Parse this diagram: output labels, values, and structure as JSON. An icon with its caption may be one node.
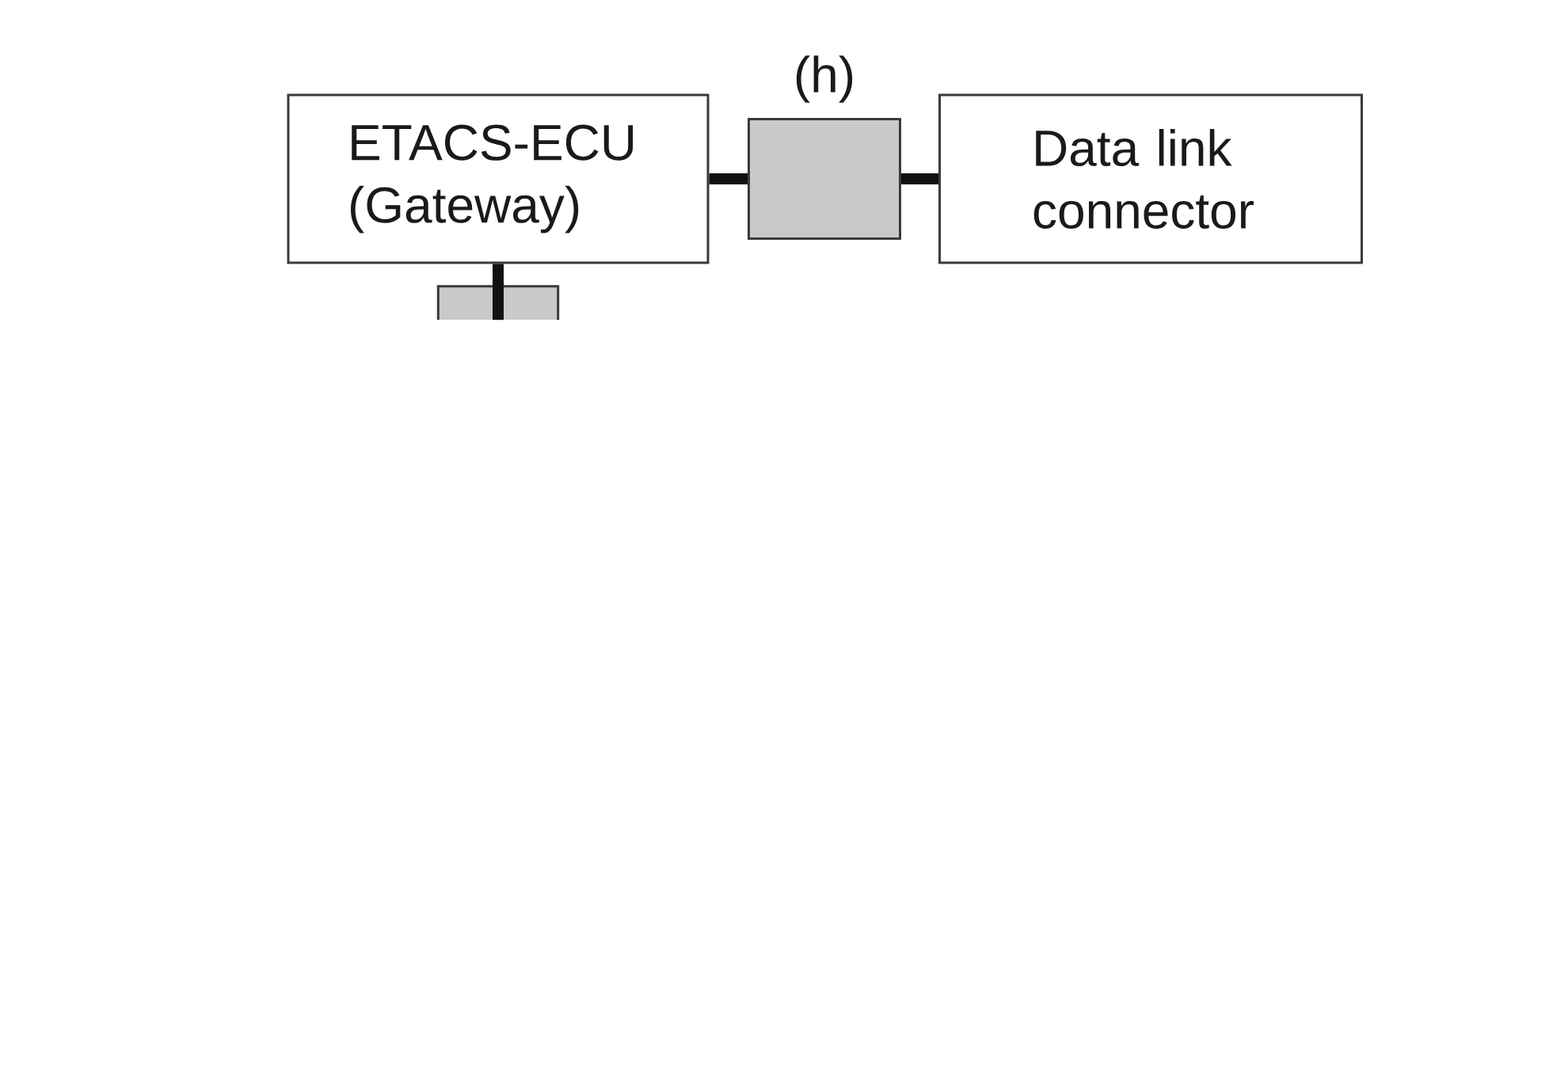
{
  "diagram": {
    "nodes": [
      {
        "text": [
          "ETACS-ECU (Gateway)"
        ]
      },
      {
        "text": [
          "(h)"
        ]
      },
      {
        "text": [
          "Data link connector"
        ]
      },
      {
        "text": [],
        "shape": "box"
      }
    ],
    "edges": [
      {
        "from": 0,
        "to": 1,
        "arrow": "none"
      },
      {
        "from": 1,
        "to": 2,
        "arrow": "none"
      },
      {
        "from": 0,
        "to": 3,
        "arrow": "none"
      }
    ]
  }
}
